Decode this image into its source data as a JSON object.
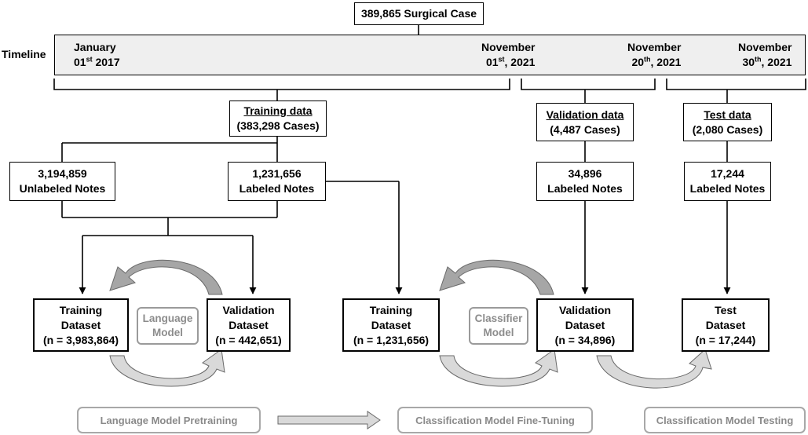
{
  "header": {
    "title": "389,865 Surgical Case"
  },
  "timeline": {
    "label": "Timeline",
    "dates": [
      {
        "line1": "January",
        "day": "01",
        "suffix": "st",
        "year": " 2017"
      },
      {
        "line1": "November",
        "day": "01",
        "suffix": "st",
        "year": ", 2021"
      },
      {
        "line1": "November",
        "day": "20",
        "suffix": "th",
        "year": ", 2021"
      },
      {
        "line1": "November",
        "day": "30",
        "suffix": "th",
        "year": ", 2021"
      }
    ]
  },
  "splits": {
    "training": {
      "title": "Training data",
      "count": "(383,298 Cases)"
    },
    "validation": {
      "title": "Validation data",
      "count": "(4,487 Cases)"
    },
    "test": {
      "title": "Test data",
      "count": "(2,080 Cases)"
    }
  },
  "notes": {
    "unlabeled": {
      "count": "3,194,859",
      "label": "Unlabeled Notes"
    },
    "labeled_train": {
      "count": "1,231,656",
      "label": "Labeled Notes"
    },
    "labeled_val": {
      "count": "34,896",
      "label": "Labeled Notes"
    },
    "labeled_test": {
      "count": "17,244",
      "label": "Labeled Notes"
    }
  },
  "datasets": {
    "lm_train": {
      "line1": "Training",
      "line2": "Dataset",
      "n": "(n = 3,983,864)"
    },
    "lm_val": {
      "line1": "Validation",
      "line2": "Dataset",
      "n": "(n = 442,651)"
    },
    "cls_train": {
      "line1": "Training",
      "line2": "Dataset",
      "n": "(n = 1,231,656)"
    },
    "cls_val": {
      "line1": "Validation",
      "line2": "Dataset",
      "n": "(n = 34,896)"
    },
    "test": {
      "line1": "Test",
      "line2": "Dataset",
      "n": "(n = 17,244)"
    }
  },
  "models": {
    "language": {
      "line1": "Language",
      "line2": "Model"
    },
    "classifier": {
      "line1": "Classifier",
      "line2": "Model"
    }
  },
  "stages": {
    "pretraining": "Language Model Pretraining",
    "finetuning": "Classification Model Fine-Tuning",
    "testing": "Classification Model Testing"
  },
  "colors": {
    "line": "#000000",
    "timeline_fill": "#efefef",
    "curve_fill": "#a6a6a6",
    "stage_border": "#a8a8a8",
    "stage_text": "#8a8a8a"
  }
}
